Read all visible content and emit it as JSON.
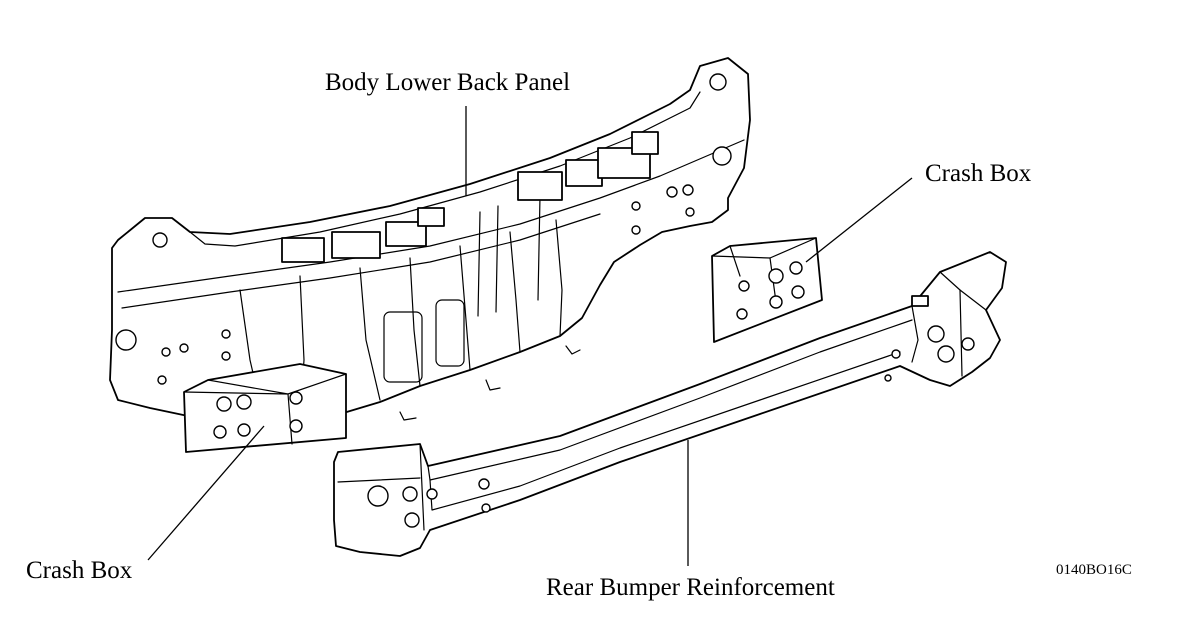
{
  "diagram": {
    "labels": {
      "body_lower_back_panel": "Body Lower Back Panel",
      "crash_box_right": "Crash Box",
      "crash_box_left": "Crash Box",
      "rear_bumper_reinforcement": "Rear Bumper Reinforcement"
    },
    "reference_code": "0140BO16C",
    "line_color": "#000000",
    "background_color": "#ffffff"
  }
}
